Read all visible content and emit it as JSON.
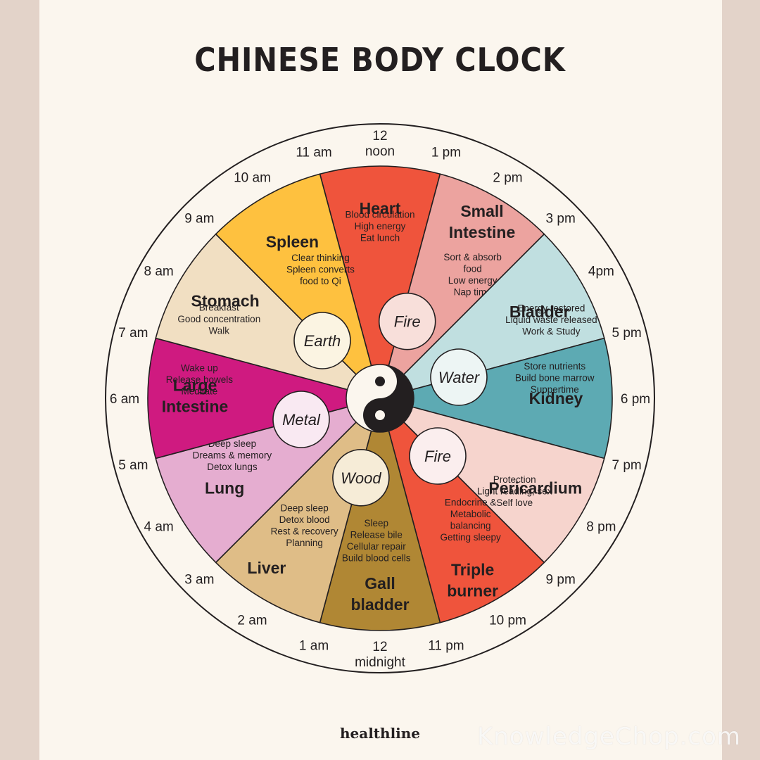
{
  "title": "CHINESE BODY CLOCK",
  "brand": "healthline",
  "watermark": "KnowledgeChop.com",
  "hour_labels": [
    {
      "hour": 0,
      "lines": [
        "12",
        "midnight"
      ]
    },
    {
      "hour": 1,
      "lines": [
        "1 am"
      ]
    },
    {
      "hour": 2,
      "lines": [
        "2 am"
      ]
    },
    {
      "hour": 3,
      "lines": [
        "3 am"
      ]
    },
    {
      "hour": 4,
      "lines": [
        "4 am"
      ]
    },
    {
      "hour": 5,
      "lines": [
        "5 am"
      ]
    },
    {
      "hour": 6,
      "lines": [
        "6 am"
      ]
    },
    {
      "hour": 7,
      "lines": [
        "7 am"
      ]
    },
    {
      "hour": 8,
      "lines": [
        "8 am"
      ]
    },
    {
      "hour": 9,
      "lines": [
        "9 am"
      ]
    },
    {
      "hour": 10,
      "lines": [
        "10 am"
      ]
    },
    {
      "hour": 11,
      "lines": [
        "11 am"
      ]
    },
    {
      "hour": 12,
      "lines": [
        "12",
        "noon"
      ]
    },
    {
      "hour": 13,
      "lines": [
        "1 pm"
      ]
    },
    {
      "hour": 14,
      "lines": [
        "2 pm"
      ]
    },
    {
      "hour": 15,
      "lines": [
        "3 pm"
      ]
    },
    {
      "hour": 16,
      "lines": [
        "4pm"
      ]
    },
    {
      "hour": 17,
      "lines": [
        "5 pm"
      ]
    },
    {
      "hour": 18,
      "lines": [
        "6 pm"
      ]
    },
    {
      "hour": 19,
      "lines": [
        "7 pm"
      ]
    },
    {
      "hour": 20,
      "lines": [
        "8 pm"
      ]
    },
    {
      "hour": 21,
      "lines": [
        "9 pm"
      ]
    },
    {
      "hour": 22,
      "lines": [
        "10 pm"
      ]
    },
    {
      "hour": 23,
      "lines": [
        "11 pm"
      ]
    }
  ],
  "organs": [
    {
      "name": [
        "Heart"
      ],
      "start": 11,
      "end": 13,
      "color": "#ef543c",
      "desc": [
        "Blood circulation",
        "High energy",
        "Eat lunch"
      ]
    },
    {
      "name": [
        "Small",
        "Intestine"
      ],
      "start": 13,
      "end": 15,
      "color": "#eca39f",
      "desc": [
        "Sort & absorb",
        "food",
        "Low energy",
        "Nap time"
      ]
    },
    {
      "name": [
        "Bladder"
      ],
      "start": 15,
      "end": 17,
      "color": "#c0dfe0",
      "desc": [
        "Energy restored",
        "Liquid waste released",
        "Work & Study"
      ]
    },
    {
      "name": [
        "Kidney"
      ],
      "start": 17,
      "end": 19,
      "color": "#5daab3",
      "desc": [
        "Store nutrients",
        "Build bone marrow",
        "Suppertime"
      ]
    },
    {
      "name": [
        "Pericardium"
      ],
      "start": 19,
      "end": 21,
      "color": "#f6d4cd",
      "desc": [
        "Protection",
        "Light reading, sex",
        "Self love"
      ]
    },
    {
      "name": [
        "Triple",
        "burner"
      ],
      "start": 21,
      "end": 23,
      "color": "#ef543c",
      "desc": [
        "Endocrine &",
        "Metabolic",
        "balancing",
        "Getting sleepy"
      ]
    },
    {
      "name": [
        "Gall",
        "bladder"
      ],
      "start": 23,
      "end": 1,
      "color": "#b08734",
      "desc": [
        "Sleep",
        "Release bile",
        "Cellular repair",
        "Build blood cells"
      ]
    },
    {
      "name": [
        "Liver"
      ],
      "start": 1,
      "end": 3,
      "color": "#dfbd87",
      "desc": [
        "Deep sleep",
        "Detox blood",
        "Rest & recovery",
        "Planning"
      ]
    },
    {
      "name": [
        "Lung"
      ],
      "start": 3,
      "end": 5,
      "color": "#e5add0",
      "desc": [
        "Deep sleep",
        "Dreams & memory",
        "Detox lungs"
      ]
    },
    {
      "name": [
        "Large",
        "Intestine"
      ],
      "start": 5,
      "end": 7,
      "color": "#cf1a80",
      "desc": [
        "Wake up",
        "Release bowels",
        "Meditate"
      ]
    },
    {
      "name": [
        "Stomach"
      ],
      "start": 7,
      "end": 9,
      "color": "#f1dfc2",
      "desc": [
        "Breakfast",
        "Good concentration",
        "Walk"
      ]
    },
    {
      "name": [
        "Spleen"
      ],
      "start": 9,
      "end": 11,
      "color": "#fec13f",
      "desc": [
        "Clear thinking",
        "Spleen converts",
        "food to Qi"
      ]
    }
  ],
  "elements": [
    {
      "label": "Fire",
      "hour": 13.3,
      "fill": "#f8dfda"
    },
    {
      "label": "Water",
      "hour": 17.0,
      "fill": "#edf5f4"
    },
    {
      "label": "Fire",
      "hour": 21.0,
      "fill": "#fbeeee"
    },
    {
      "label": "Wood",
      "hour": 0.9,
      "fill": "#f6ecd7"
    },
    {
      "label": "Metal",
      "hour": 5.0,
      "fill": "#f9e9f2"
    },
    {
      "label": "Earth",
      "hour": 9.0,
      "fill": "#fbf4e2"
    }
  ]
}
